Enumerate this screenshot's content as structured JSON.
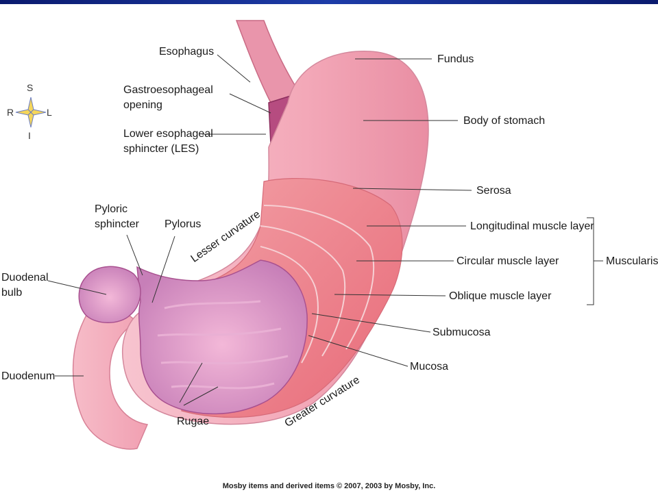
{
  "compass": {
    "s": "S",
    "r": "R",
    "l": "L",
    "i": "I"
  },
  "labels": {
    "esophagus": "Esophagus",
    "ge_opening_1": "Gastroesophageal",
    "ge_opening_2": "opening",
    "les_1": "Lower esophageal",
    "les_2": "sphincter (LES)",
    "fundus": "Fundus",
    "body": "Body of stomach",
    "serosa": "Serosa",
    "longitudinal": "Longitudinal muscle layer",
    "circular": "Circular muscle layer",
    "oblique": "Oblique muscle layer",
    "muscularis": "Muscularis",
    "submucosa": "Submucosa",
    "mucosa": "Mucosa",
    "pyloric_1": "Pyloric",
    "pyloric_2": "sphincter",
    "pylorus": "Pylorus",
    "lesser_curvature": "Lesser curvature",
    "greater_curvature": "Greater curvature",
    "duodenal_bulb_1": "Duodenal",
    "duodenal_bulb_2": "bulb",
    "duodenum": "Duodenum",
    "rugae": "Rugae"
  },
  "credit": "Mosby items and derived items © 2007, 2003 by Mosby, Inc."
}
